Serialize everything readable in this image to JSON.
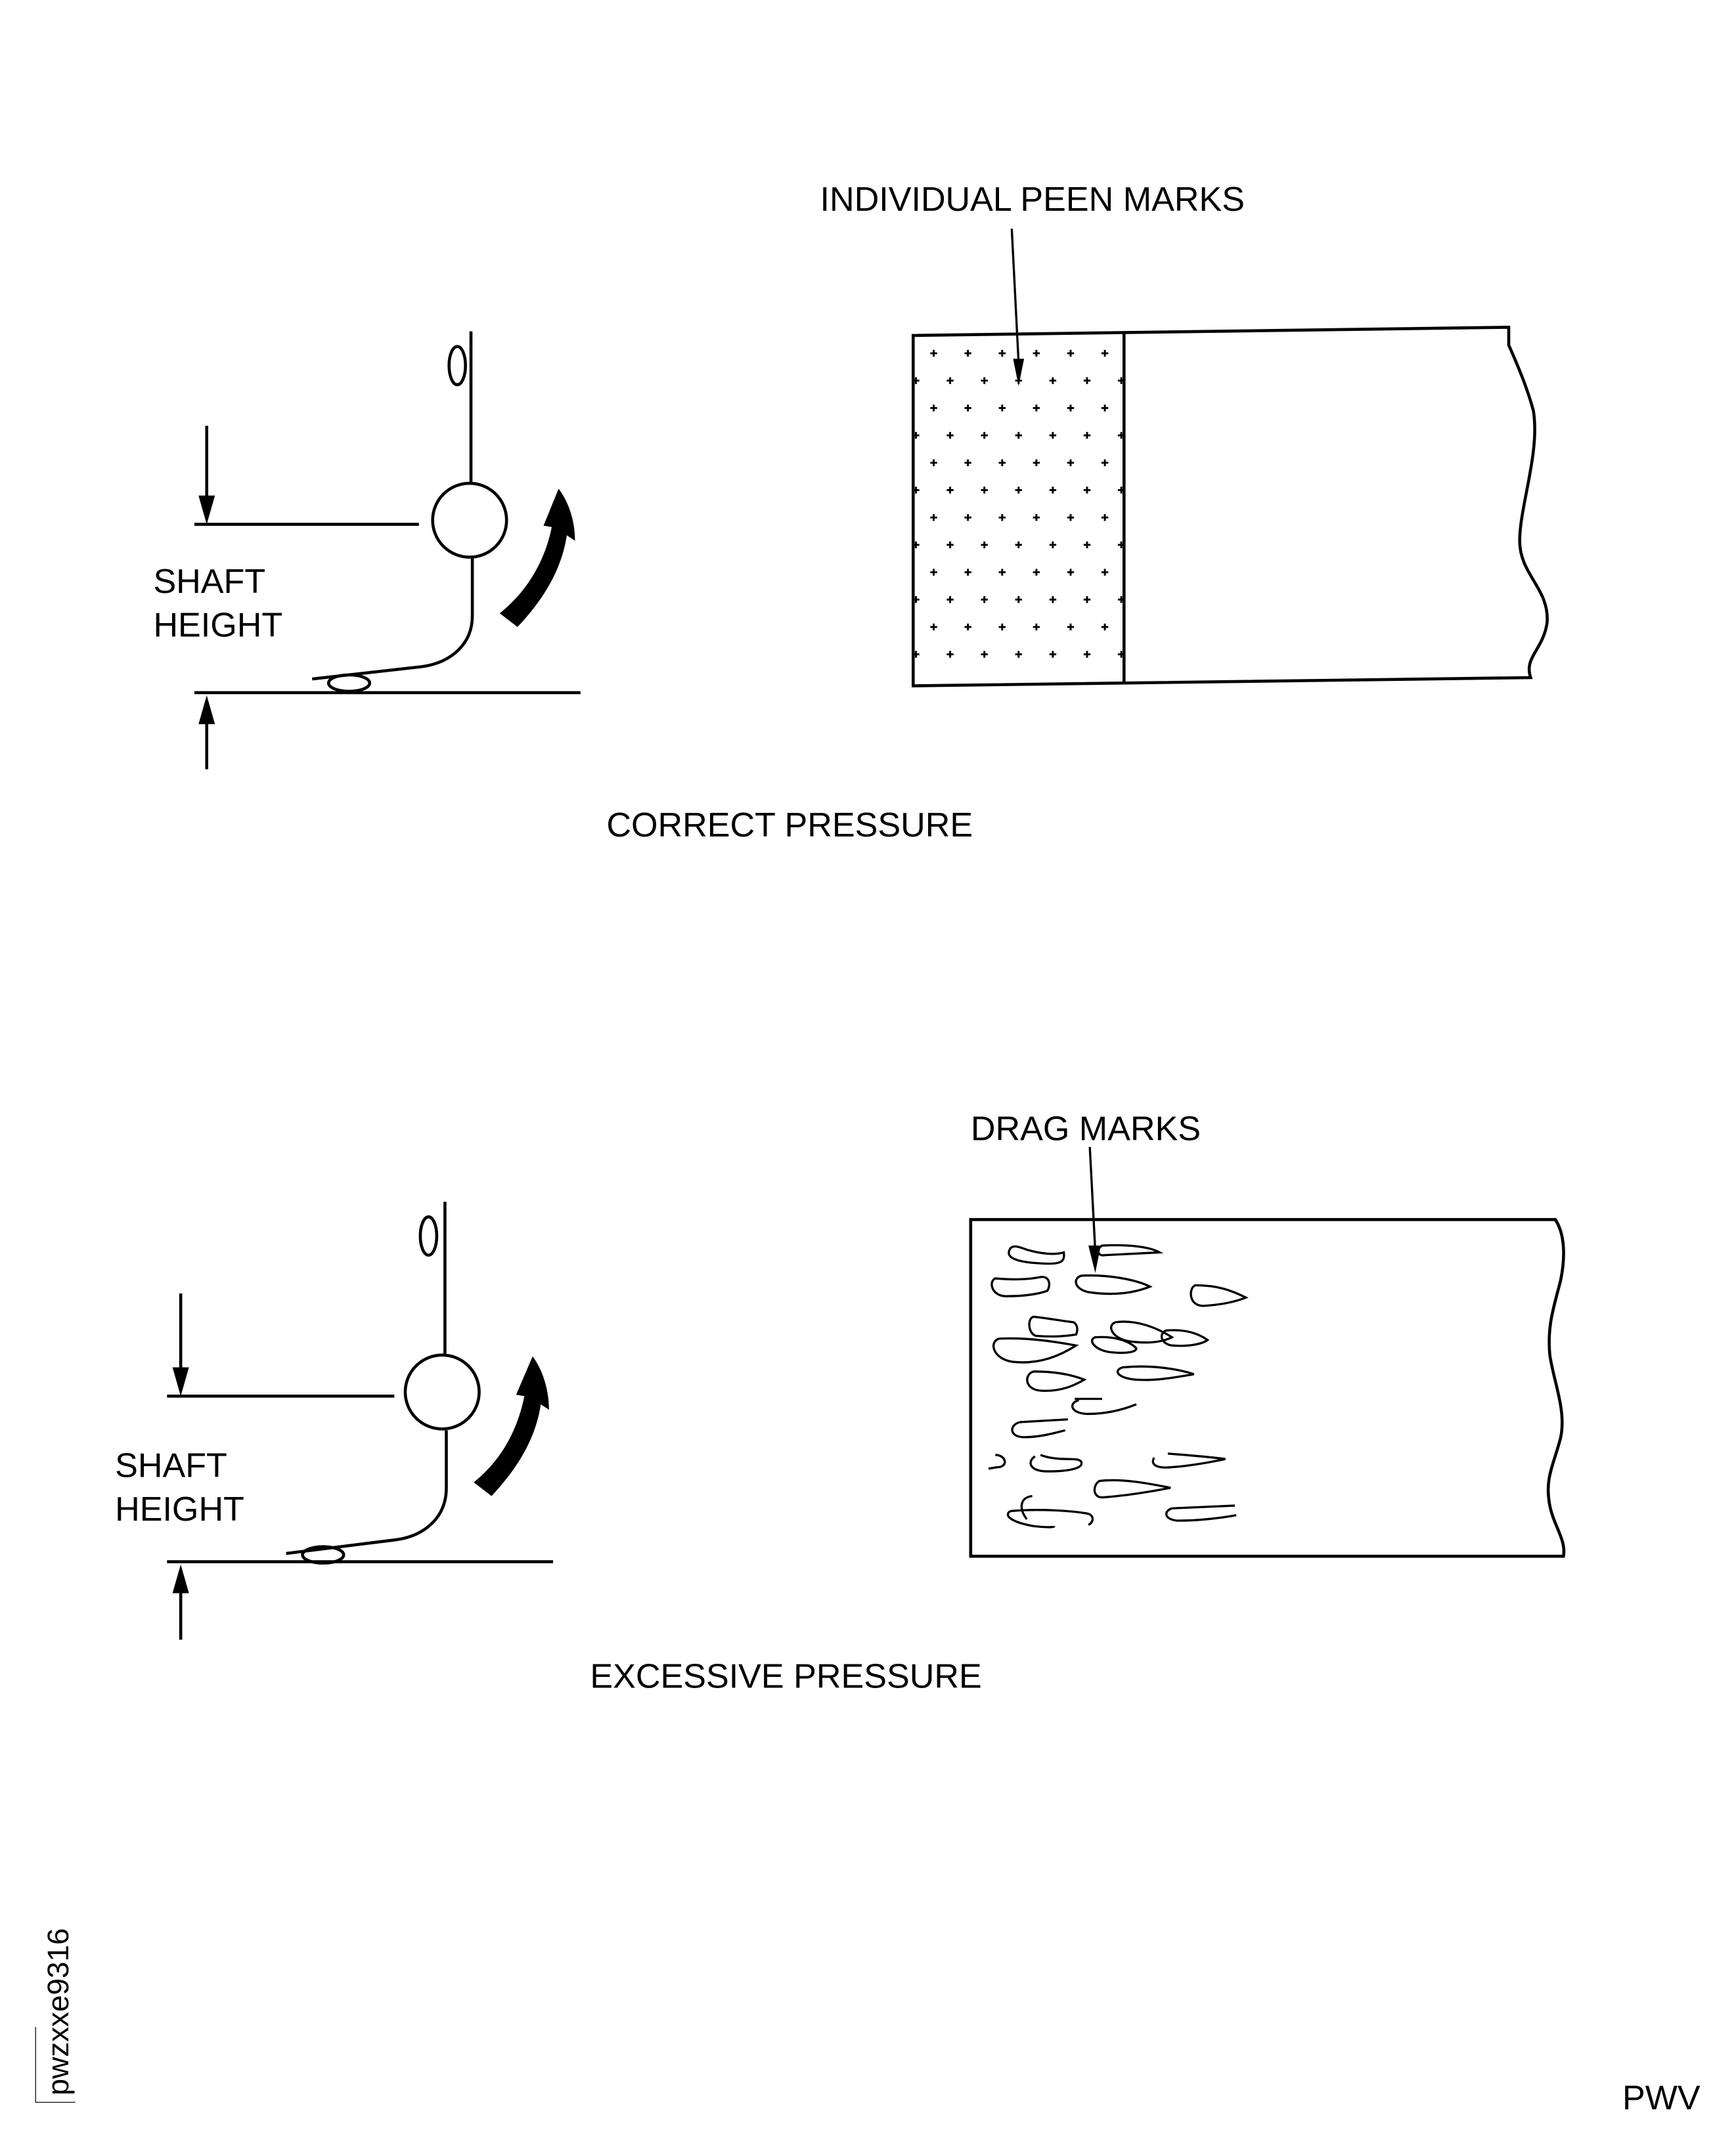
{
  "figure": {
    "top_panel": {
      "caption": "CORRECT PRESSURE",
      "shaft_label_line1": "SHAFT",
      "shaft_label_line2": "HEIGHT",
      "callout": "INDIVIDUAL PEEN MARKS"
    },
    "bottom_panel": {
      "caption": "EXCESSIVE PRESSURE",
      "shaft_label_line1": "SHAFT",
      "shaft_label_line2": "HEIGHT",
      "callout": "DRAG MARKS"
    },
    "figure_id": "pwzxxe9316",
    "corner_code": "PWV"
  },
  "colors": {
    "ink": "#000000",
    "paper": "#ffffff"
  }
}
